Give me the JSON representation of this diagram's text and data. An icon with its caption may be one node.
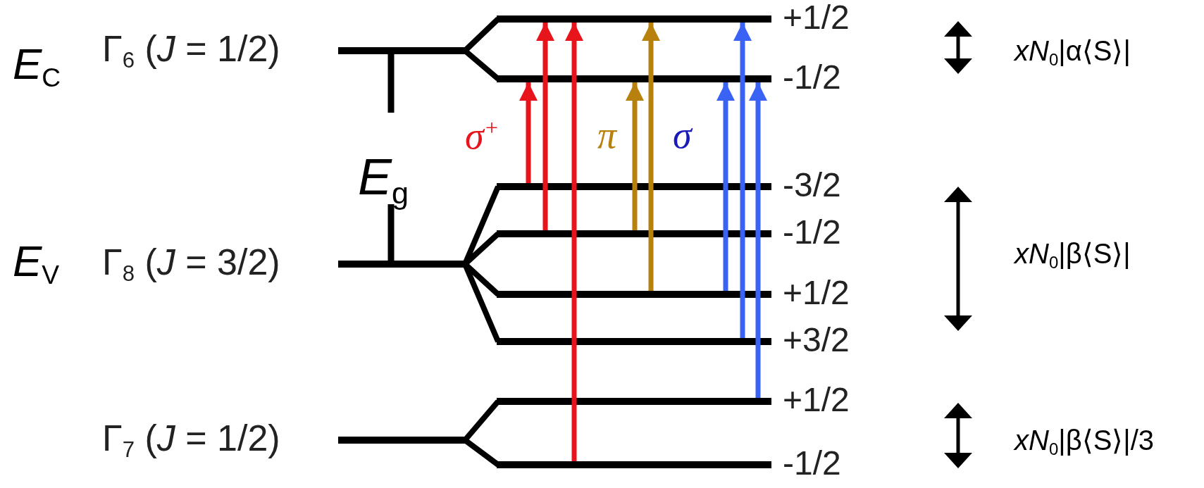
{
  "diagram": {
    "nodes": [
      {
        "text": [
          "Γ$_{6}$ (*J* = 1/2)"
        ]
      },
      {
        "text": [],
        "shape": "bar",
        "beside": [
          "+1/2"
        ]
      },
      {
        "text": [],
        "shape": "bar",
        "beside": [
          "-1/2"
        ]
      },
      {
        "text": [
          "Γ$_{8}$ (*J* = 3/2)"
        ]
      },
      {
        "text": [],
        "shape": "bar",
        "beside": [
          "-3/2"
        ]
      },
      {
        "text": [],
        "shape": "bar",
        "beside": [
          "-1/2"
        ]
      },
      {
        "text": [],
        "shape": "bar",
        "beside": [
          "+1/2"
        ]
      },
      {
        "text": [],
        "shape": "bar",
        "beside": [
          "+3/2"
        ]
      },
      {
        "text": [
          "Γ$_{7}$ (*J* = 1/2)"
        ]
      },
      {
        "text": [],
        "shape": "bar",
        "beside": [
          "+1/2"
        ]
      },
      {
        "text": [],
        "shape": "bar",
        "beside": [
          "-1/2"
        ]
      }
    ],
    "edges": [
      {
        "from": 0,
        "to": 1,
        "arrow": "none"
      },
      {
        "from": 0,
        "to": 2,
        "arrow": "none"
      },
      {
        "from": 3,
        "to": 4,
        "arrow": "none"
      },
      {
        "from": 3,
        "to": 5,
        "arrow": "none"
      },
      {
        "from": 3,
        "to": 6,
        "arrow": "none"
      },
      {
        "from": 3,
        "to": 7,
        "arrow": "none"
      },
      {
        "from": 8,
        "to": 9,
        "arrow": "none"
      },
      {
        "from": 8,
        "to": 10,
        "arrow": "none"
      },
      {
        "from": 4,
        "to": 2,
        "arrow": "to",
        "color": "#e8141c"
      },
      {
        "from": 5,
        "to": 1,
        "arrow": "to",
        "color": "#e8141c"
      },
      {
        "from": 10,
        "to": 1,
        "arrow": "to",
        "color": "#e8141c"
      },
      {
        "from": 5,
        "to": 2,
        "arrow": "to",
        "color": "#b8800c"
      },
      {
        "from": 6,
        "to": 1,
        "arrow": "to",
        "color": "#b8800c"
      },
      {
        "from": 6,
        "to": 2,
        "arrow": "to",
        "color": "#3a62f5"
      },
      {
        "from": 7,
        "to": 1,
        "arrow": "to",
        "color": "#3a62f5"
      },
      {
        "from": 9,
        "to": 2,
        "arrow": "to",
        "color": "#3a62f5"
      }
    ],
    "labels": [
      "*E*$_{C}$",
      "*E*$_{V}$",
      "*E*$_{g}$",
      "σ$^{+}$",
      "π",
      "σ",
      "*xN*$_{0}$|α⟨S⟩|",
      "*xN*$_{0}$|β⟨S⟩|",
      "*xN*$_{0}$|β⟨S⟩|/3"
    ]
  }
}
